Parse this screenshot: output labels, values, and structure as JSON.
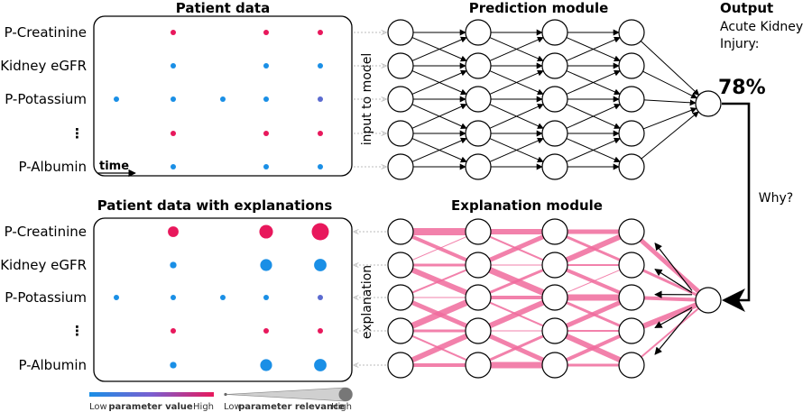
{
  "titles": {
    "patient_data": "Patient data",
    "prediction_module": "Prediction  module",
    "output": "Output",
    "output_caption_line1": "Acute Kidney",
    "output_caption_line2": "Injury:",
    "output_value": "78%",
    "explanations_panel": "Patient data with explanations",
    "explanation_module": "Explanation module",
    "why": "Why?",
    "input_to_model": "input to model",
    "explanation": "explanation",
    "time": "time"
  },
  "parameters": [
    "P-Creatinine",
    "Kidney eGFR",
    "P-Potassium",
    "⋮",
    "P-Albumin"
  ],
  "legend": {
    "value_low": "Low",
    "value_title": "parameter value",
    "value_high": "High",
    "relevance_low": "Low",
    "relevance_title": "parameter relevance",
    "relevance_high": "High"
  },
  "colors": {
    "high": "#e8185c",
    "low": "#1a8fe6",
    "mid": "#5b6bd0",
    "explanation_edge": "#f06b9c",
    "relevance_gray": "#8a8a8a"
  },
  "measurements": [
    {
      "row": 0,
      "time": 2,
      "level": "high",
      "relevance": 0.45
    },
    {
      "row": 0,
      "time": 4,
      "level": "high",
      "relevance": 0.7
    },
    {
      "row": 0,
      "time": 5,
      "level": "high",
      "relevance": 1.0
    },
    {
      "row": 1,
      "time": 2,
      "level": "low",
      "relevance": 0.1
    },
    {
      "row": 1,
      "time": 4,
      "level": "low",
      "relevance": 0.55
    },
    {
      "row": 1,
      "time": 5,
      "level": "low",
      "relevance": 0.6
    },
    {
      "row": 2,
      "time": 0,
      "level": "low",
      "relevance": 0.0
    },
    {
      "row": 2,
      "time": 2,
      "level": "low",
      "relevance": 0.0
    },
    {
      "row": 2,
      "time": 3,
      "level": "low",
      "relevance": 0.0
    },
    {
      "row": 2,
      "time": 4,
      "level": "low",
      "relevance": 0.0
    },
    {
      "row": 2,
      "time": 5,
      "level": "mid",
      "relevance": 0.0
    },
    {
      "row": 3,
      "time": 2,
      "level": "high",
      "relevance": 0.0
    },
    {
      "row": 3,
      "time": 4,
      "level": "high",
      "relevance": 0.0
    },
    {
      "row": 3,
      "time": 5,
      "level": "high",
      "relevance": 0.0
    },
    {
      "row": 4,
      "time": 2,
      "level": "low",
      "relevance": 0.1
    },
    {
      "row": 4,
      "time": 4,
      "level": "low",
      "relevance": 0.55
    },
    {
      "row": 4,
      "time": 5,
      "level": "low",
      "relevance": 0.6
    }
  ]
}
